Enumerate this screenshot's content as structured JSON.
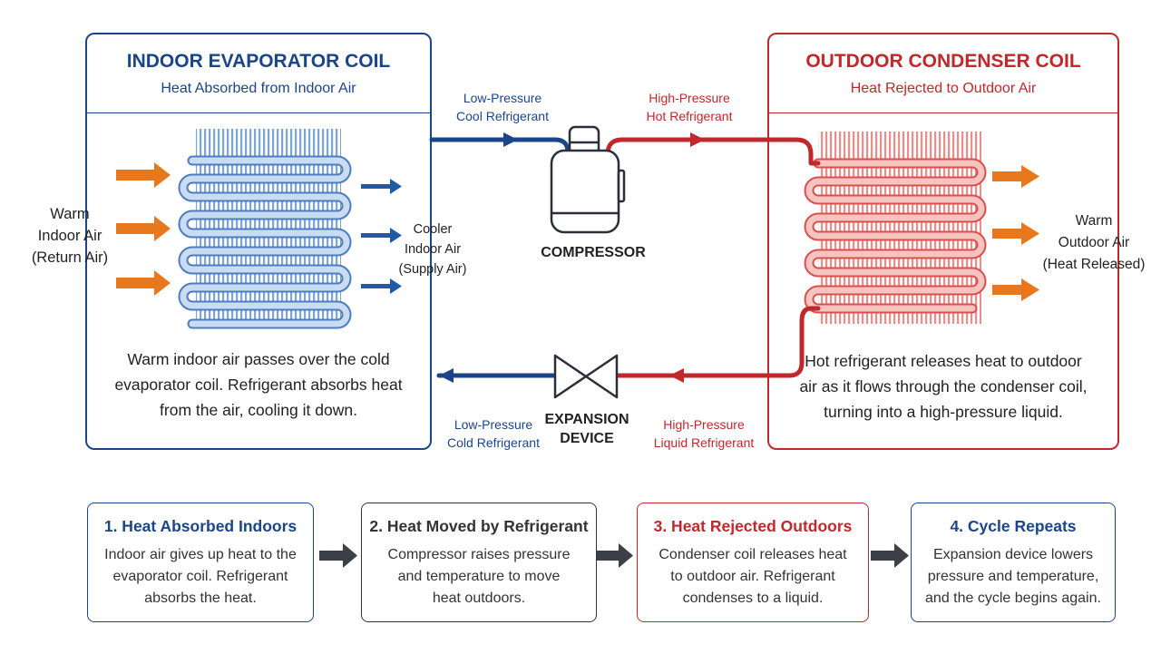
{
  "indoor": {
    "title": "INDOOR EVAPORATOR COIL",
    "subtitle": "Heat Absorbed from Indoor Air",
    "description": [
      "Warm indoor air passes over the cold",
      "evaporator coil. Refrigerant absorbs heat",
      "from the air, cooling it down."
    ],
    "air_in": [
      "Warm",
      "Indoor Air",
      "(Return Air)"
    ],
    "air_out": [
      "Cooler",
      "Indoor Air",
      "(Supply Air)"
    ]
  },
  "outdoor": {
    "title": "OUTDOOR CONDENSER COIL",
    "subtitle": "Heat Rejected to Outdoor Air",
    "description": [
      "Hot refrigerant releases heat to outdoor",
      "air as it flows through the condenser coil,",
      "turning into a high-pressure liquid."
    ],
    "air_out": [
      "Warm",
      "Outdoor Air",
      "(Heat Released)"
    ]
  },
  "compressor": {
    "label": "COMPRESSOR"
  },
  "expansion": {
    "label": [
      "EXPANSION",
      "DEVICE"
    ]
  },
  "flows": {
    "top_left": [
      "Low-Pressure",
      "Cool Refrigerant"
    ],
    "top_right": [
      "High-Pressure",
      "Hot Refrigerant"
    ],
    "bottom_left": [
      "Low-Pressure",
      "Cold Refrigerant"
    ],
    "bottom_right": [
      "High-Pressure",
      "Liquid Refrigerant"
    ]
  },
  "steps": [
    {
      "title": "1. Heat Absorbed Indoors",
      "text": [
        "Indoor air gives up heat to the",
        "evaporator coil. Refrigerant",
        "absorbs the heat."
      ],
      "color": "#1a4689"
    },
    {
      "title": "2. Heat Moved by Refrigerant",
      "text": [
        "Compressor raises pressure",
        "and temperature to move",
        "heat outdoors."
      ],
      "color": "#333333"
    },
    {
      "title": "3. Heat Rejected Outdoors",
      "text": [
        "Condenser coil releases heat",
        "to outdoor air. Refrigerant",
        "condenses to a liquid."
      ],
      "color": "#c0282b"
    },
    {
      "title": "4. Cycle Repeats",
      "text": [
        "Expansion device lowers",
        "pressure and temperature,",
        "and the cycle begins again."
      ],
      "color": "#1a4689"
    }
  ],
  "colors": {
    "blue": "#1a4689",
    "red": "#c0282b",
    "orange": "#e8781e",
    "cold_coil": "#a8c6ec",
    "hot_coil": "#f2a7a3"
  }
}
